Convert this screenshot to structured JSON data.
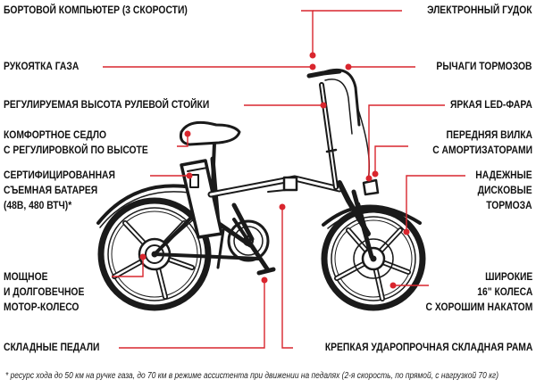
{
  "callouts": {
    "board_computer": "БОРТОВОЙ КОМПЬЮТЕР (3 СКОРОСТИ)",
    "horn": "ЭЛЕКТРОННЫЙ ГУДОК",
    "throttle": "РУКОЯТКА ГАЗА",
    "brake_levers": "РЫЧАГИ ТОРМОЗОВ",
    "stem_height": "РЕГУЛИРУЕМАЯ ВЫСОТА РУЛЕВОЙ СТОЙКИ",
    "headlight": "ЯРКАЯ LED-ФАРА",
    "saddle": [
      "КОМФОРТНОЕ СЕДЛО",
      "С РЕГУЛИРОВКОЙ ПО ВЫСОТЕ"
    ],
    "fork": [
      "ПЕРЕДНЯЯ ВИЛКА",
      "С АМОРТИЗАТОРАМИ"
    ],
    "battery": [
      "СЕРТИФИЦИРОВАННАЯ",
      "СЪЕМНАЯ БАТАРЕЯ",
      "(48В, 480 ВТЧ)*"
    ],
    "disc_brakes": [
      "НАДЕЖНЫЕ",
      "ДИСКОВЫЕ",
      "ТОРМОЗА"
    ],
    "motor_wheel": [
      "МОЩНОЕ",
      "И ДОЛГОВЕЧНОЕ",
      "МОТОР-КОЛЕСО"
    ],
    "wide_wheels": [
      "ШИРОКИЕ",
      "16\" КОЛЕСА",
      "С ХОРОШИМ НАКАТОМ"
    ],
    "folding_pedals": "СКЛАДНЫЕ ПЕДАЛИ",
    "frame": "КРЕПКАЯ УДАРОПРОЧНАЯ СКЛАДНАЯ РАМА"
  },
  "footnote": "* ресурс хода до 50 км на ручке газа, до 70 км в режиме ассистента при движении на педалях (2-я скорость, по прямой, с нагрузкой 70 кг)",
  "colors": {
    "leader": "#d9262e",
    "text": "#111111",
    "drawing": "#1a1a1a"
  }
}
